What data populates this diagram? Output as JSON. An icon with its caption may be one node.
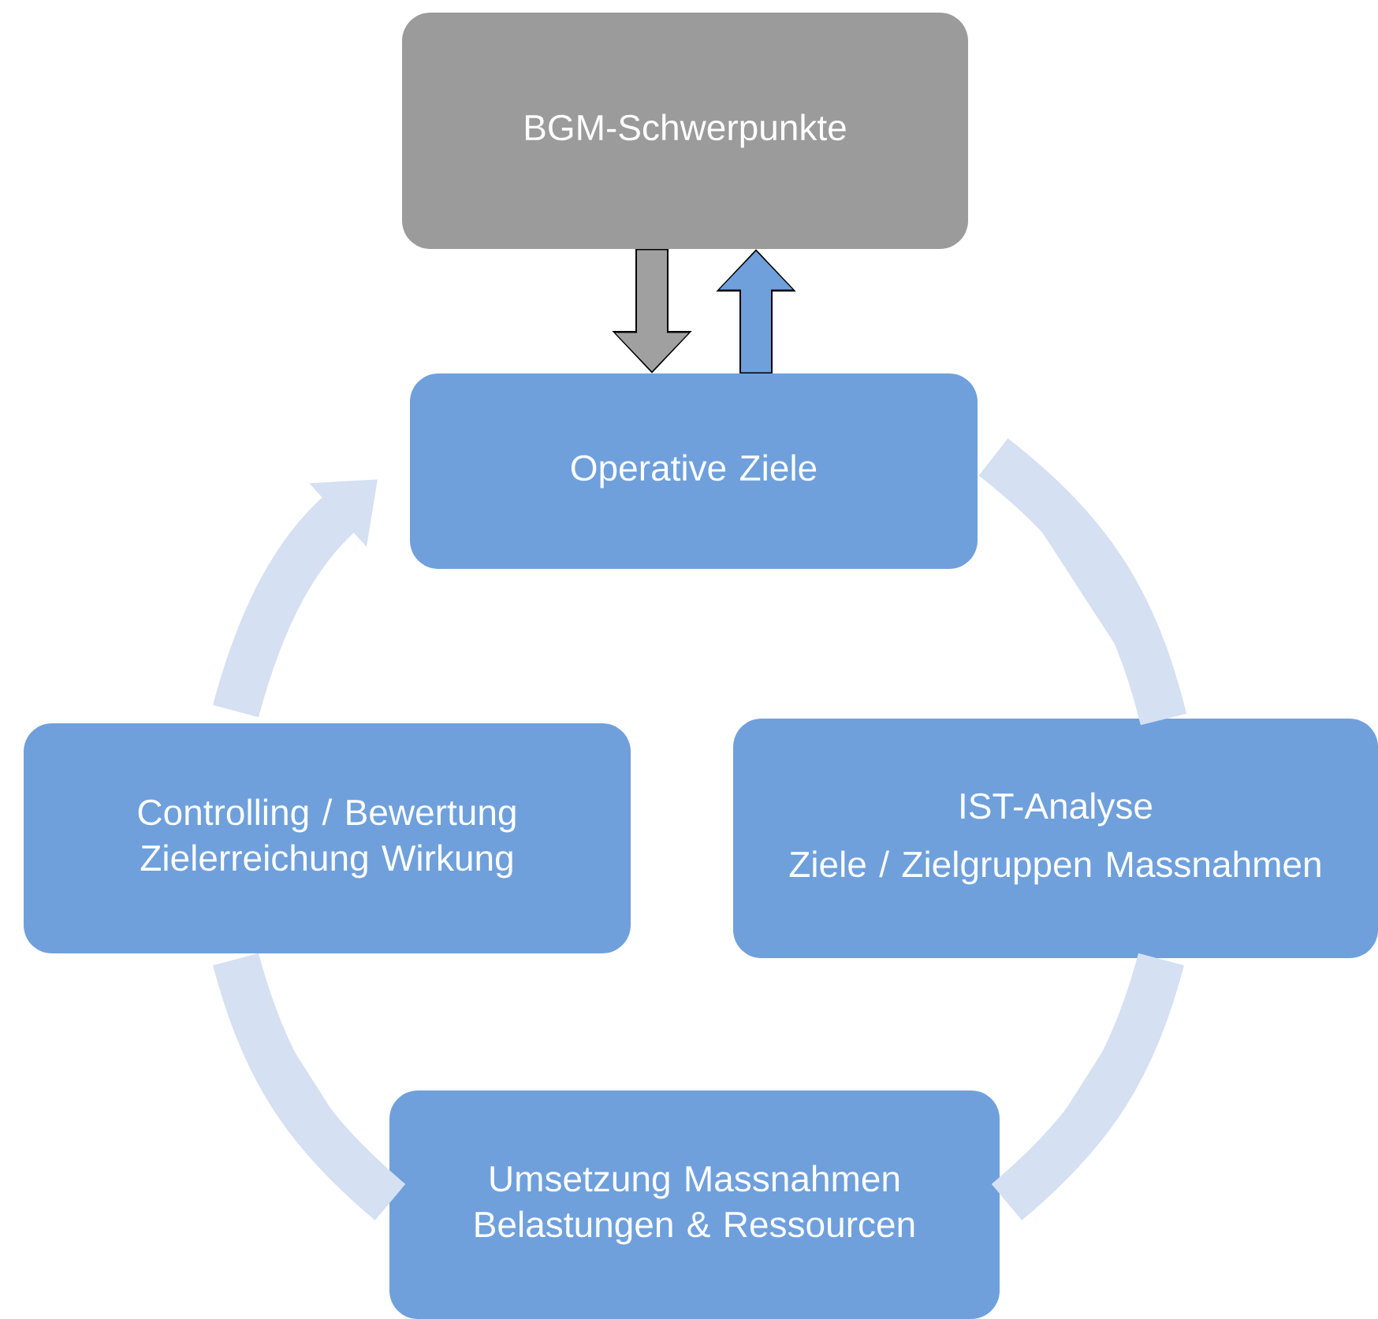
{
  "diagram": {
    "nodes": [
      {
        "text": [
          "BGM-Schwerpunkte"
        ]
      },
      {
        "text": [
          "Operative Ziele"
        ]
      },
      {
        "text": [
          "IST-Analyse",
          "Ziele / Zielgruppen Massnahmen"
        ]
      },
      {
        "text": [
          "Umsetzung Massnahmen Belastungen & Ressourcen"
        ]
      },
      {
        "text": [
          "Controlling / Bewertung Zielerreichung Wirkung"
        ]
      }
    ],
    "edges": [
      {
        "from": 0,
        "to": 1,
        "arrow": "to",
        "color": "#a0a0a0"
      },
      {
        "from": 1,
        "to": 0,
        "arrow": "to",
        "color": "#6fa0dc"
      },
      {
        "from": 1,
        "to": 2,
        "arrow": "none"
      },
      {
        "from": 2,
        "to": 3,
        "arrow": "none"
      },
      {
        "from": 3,
        "to": 4,
        "arrow": "none"
      },
      {
        "from": 4,
        "to": 1,
        "arrow": "to"
      }
    ]
  }
}
